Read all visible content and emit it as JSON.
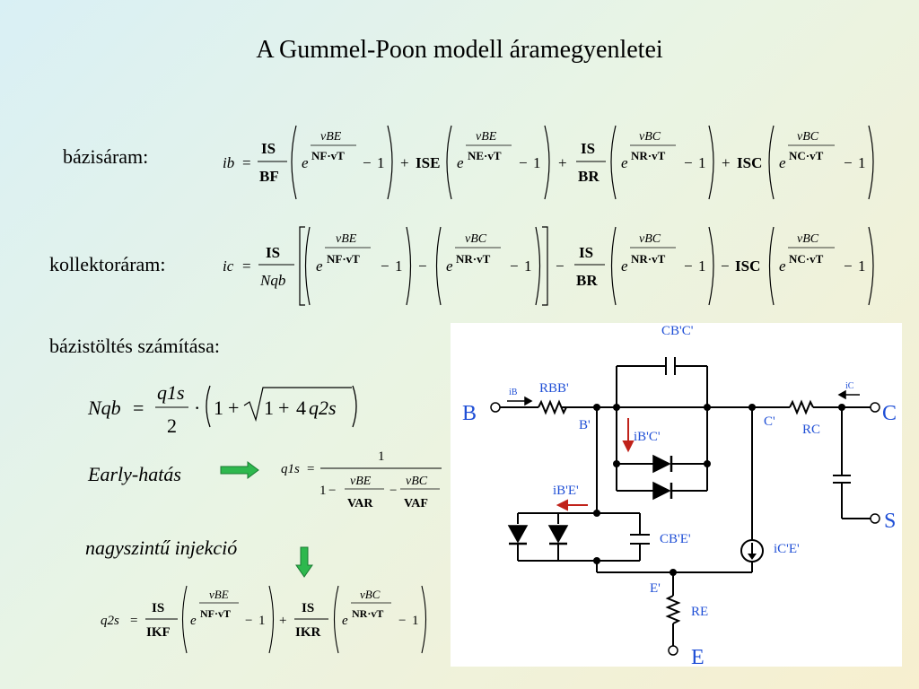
{
  "title": "A Gummel-Poon modell áramegyenletei",
  "labels": {
    "base_current": "bázisáram:",
    "collector_current": "kollektoráram:",
    "base_charge": "bázistöltés számítása:",
    "early": "Early-hatás",
    "high_injection": "nagyszintű injekció"
  },
  "symbols": {
    "ib": "ib",
    "ic": "ic",
    "equals": "=",
    "plus": "+",
    "minus": "−",
    "one": "1",
    "e": "e",
    "IS": "IS",
    "BF": "BF",
    "BR": "BR",
    "ISE": "ISE",
    "ISC": "ISC",
    "Nqb": "Nqb",
    "vBE": "vBE",
    "vBC": "vBC",
    "NFvT": "NF·vT",
    "NEvT": "NE·vT",
    "NRvT": "NR·vT",
    "NCvT": "NC·vT",
    "two": "2",
    "q1s": "q1s",
    "q2s": "q2s",
    "four": "4",
    "dot": "·",
    "VAR": "VAR",
    "VAF": "VAF",
    "IKF": "IKF",
    "IKR": "IKR"
  },
  "circuit": {
    "node_B": "B",
    "node_C": "C",
    "node_S": "S",
    "node_E": "E",
    "RBB": "RBB'",
    "iB": "iB",
    "iC": "iC",
    "Bp": "B'",
    "Cp": "C'",
    "Ep": "E'",
    "CBC": "CB'C'",
    "iBC": "iB'C'",
    "iBE": "iB'E'",
    "CBE": "CB'E'",
    "iCE": "iC'E'",
    "RC": "RC",
    "RE": "RE"
  },
  "colors": {
    "circuit_label": "#1f4fd6",
    "red_arrow": "#c0221a",
    "green_arrow": "#2eb84e"
  }
}
